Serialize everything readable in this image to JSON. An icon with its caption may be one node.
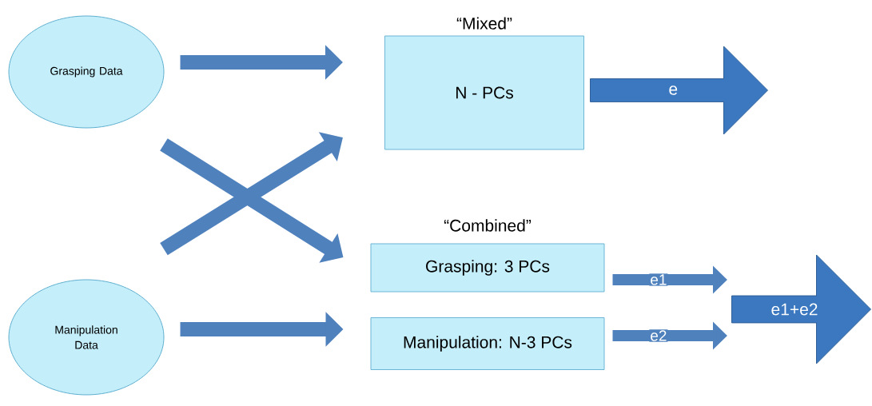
{
  "diagram": {
    "nodes": [
      {
        "text": [
          "Grasping Data"
        ]
      },
      {
        "text": [
          "Manipulation Data"
        ]
      },
      {
        "text": [
          "“Mixed”",
          "N - PCs"
        ]
      },
      {
        "text": [
          "Grasping: 3 PCs"
        ]
      },
      {
        "text": [
          "Manipulation: N-3 PCs"
        ]
      },
      {
        "text": [
          "e"
        ]
      },
      {
        "text": [
          "e1+e2"
        ]
      }
    ],
    "edges": [
      {
        "from": 0,
        "to": 2,
        "arrow": "to"
      },
      {
        "from": 0,
        "to": 3,
        "arrow": "to"
      },
      {
        "from": 1,
        "to": 2,
        "arrow": "to"
      },
      {
        "from": 1,
        "to": 4,
        "arrow": "to"
      },
      {
        "from": 3,
        "to": 6,
        "arrow": "to",
        "label": "e1"
      },
      {
        "from": 4,
        "to": 6,
        "arrow": "to",
        "label": "e2"
      }
    ],
    "labels": [
      "“Combined”"
    ]
  }
}
